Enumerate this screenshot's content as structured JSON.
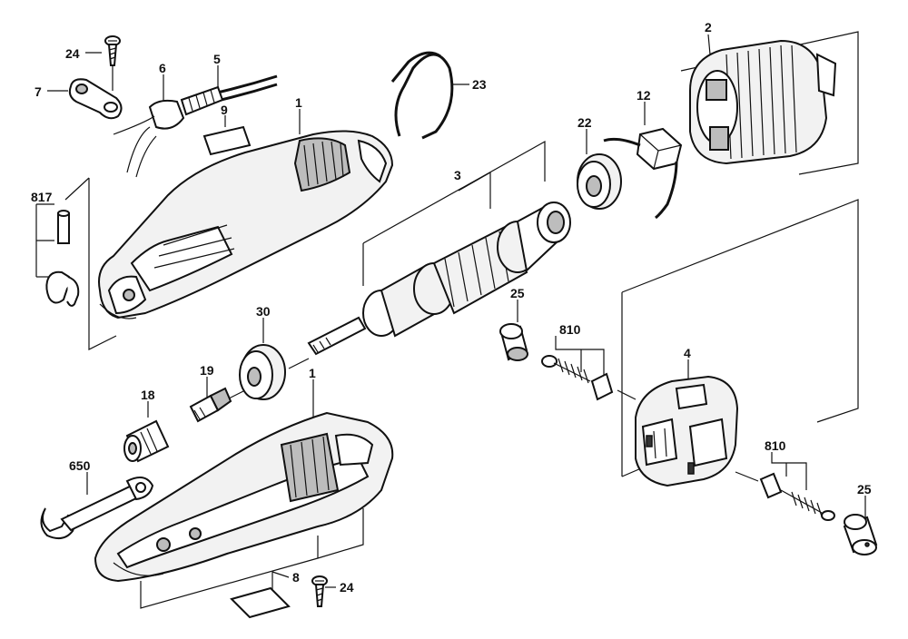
{
  "diagram": {
    "type": "exploded-parts-view",
    "part_numbers": {
      "housing_top": "1",
      "housing_bottom": "1",
      "field": "2",
      "armature": "3",
      "brush_holder": "4",
      "cord": "5",
      "strain_relief": "6",
      "cord_clamp": "7",
      "label_bottom": "8",
      "label_top": "9",
      "switch_block": "12",
      "collet_nut": "18",
      "collet": "19",
      "bearing_front": "30",
      "bearing_rear": "22",
      "cord_wire": "23",
      "screw_top": "24",
      "screw_bottom": "24",
      "brush_cap_left": "25",
      "brush_cap_right": "25",
      "wrench": "650",
      "lock_pin": "817",
      "brush_left": "810",
      "brush_right": "810"
    }
  }
}
